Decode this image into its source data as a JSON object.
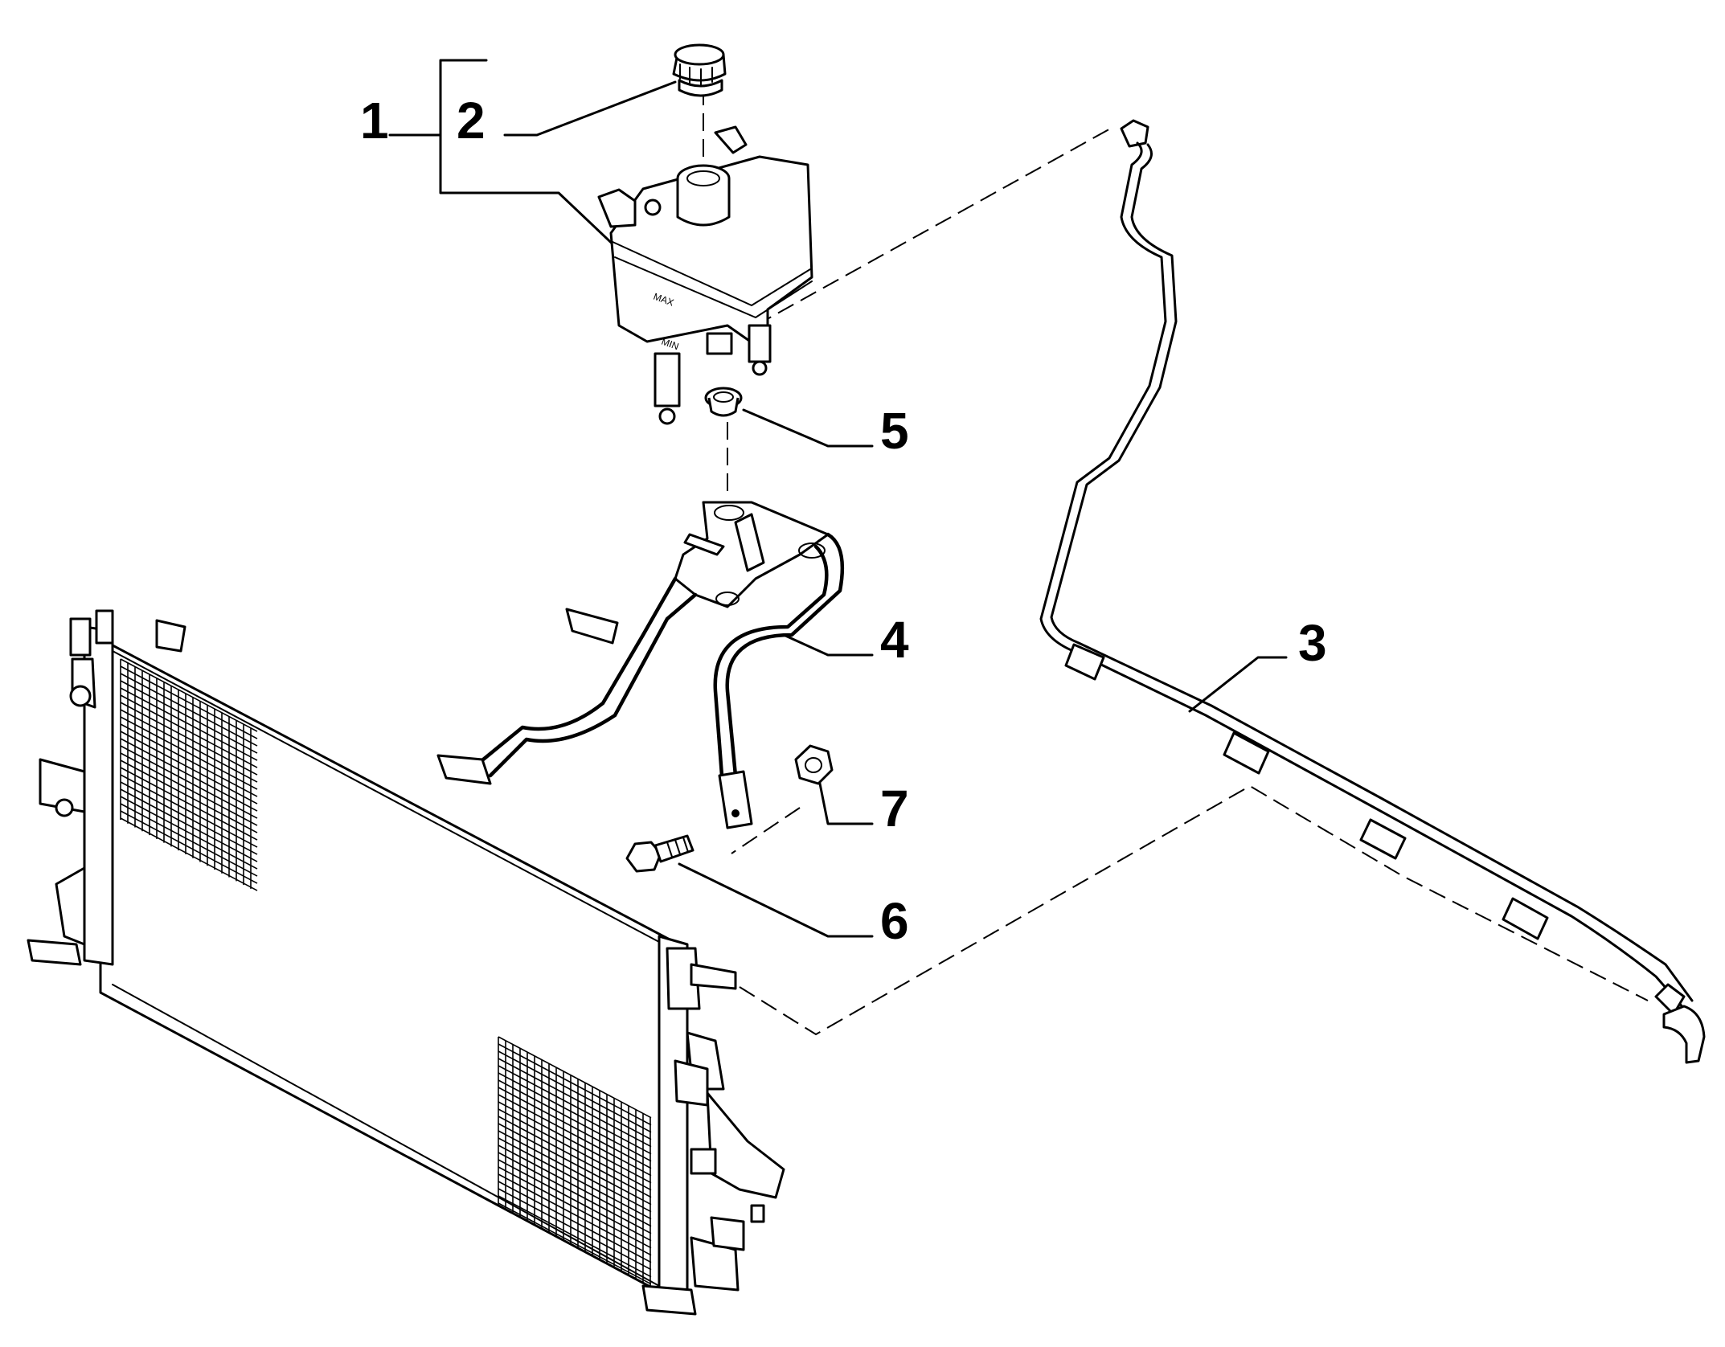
{
  "callouts": [
    {
      "id": "1",
      "text": "1"
    },
    {
      "id": "2",
      "text": "2"
    },
    {
      "id": "3",
      "text": "3"
    },
    {
      "id": "4",
      "text": "4"
    },
    {
      "id": "5",
      "text": "5"
    },
    {
      "id": "6",
      "text": "6"
    },
    {
      "id": "7",
      "text": "7"
    }
  ],
  "tank_markings": {
    "max": "MAX",
    "min": "MIN"
  },
  "parts": [
    {
      "callout": "1",
      "icon": "expansion-tank-assembly"
    },
    {
      "callout": "2",
      "icon": "filler-cap"
    },
    {
      "callout": "3",
      "icon": "coolant-hose"
    },
    {
      "callout": "4",
      "icon": "mounting-bracket"
    },
    {
      "callout": "5",
      "icon": "grommet"
    },
    {
      "callout": "6",
      "icon": "bolt"
    },
    {
      "callout": "7",
      "icon": "nut"
    }
  ]
}
